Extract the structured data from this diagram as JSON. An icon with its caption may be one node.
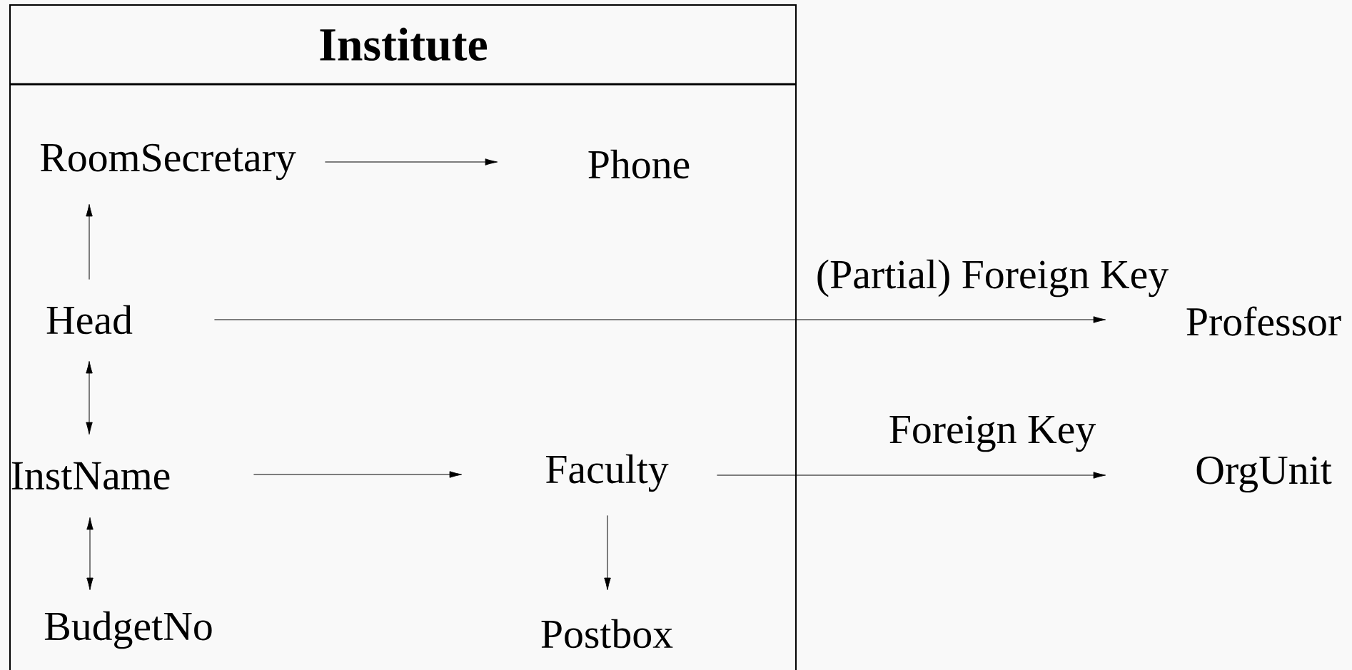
{
  "diagram": {
    "nodes": [
      {
        "text": [
          "Institute"
        ]
      },
      {
        "text": [
          "RoomSecretary"
        ],
        "in": 0
      },
      {
        "text": [
          "Phone"
        ],
        "in": 0
      },
      {
        "text": [
          "Head"
        ],
        "in": 0
      },
      {
        "text": [
          "Professor"
        ]
      },
      {
        "text": [
          "InstName"
        ],
        "in": 0
      },
      {
        "text": [
          "Faculty"
        ],
        "in": 0
      },
      {
        "text": [
          "OrgUnit"
        ]
      },
      {
        "text": [
          "BudgetNo"
        ],
        "in": 0
      },
      {
        "text": [
          "Postbox"
        ],
        "in": 0
      }
    ],
    "edges": [
      {
        "from": 1,
        "to": 2,
        "arrow": "to"
      },
      {
        "from": 3,
        "to": 1,
        "arrow": "to"
      },
      {
        "from": 3,
        "to": 4,
        "arrow": "to",
        "label": "(Partial) Foreign Key"
      },
      {
        "from": 3,
        "to": 5,
        "arrow": "both"
      },
      {
        "from": 5,
        "to": 6,
        "arrow": "to"
      },
      {
        "from": 6,
        "to": 7,
        "arrow": "to",
        "label": "Foreign Key"
      },
      {
        "from": 5,
        "to": 8,
        "arrow": "both"
      },
      {
        "from": 6,
        "to": 9,
        "arrow": "to"
      }
    ]
  }
}
